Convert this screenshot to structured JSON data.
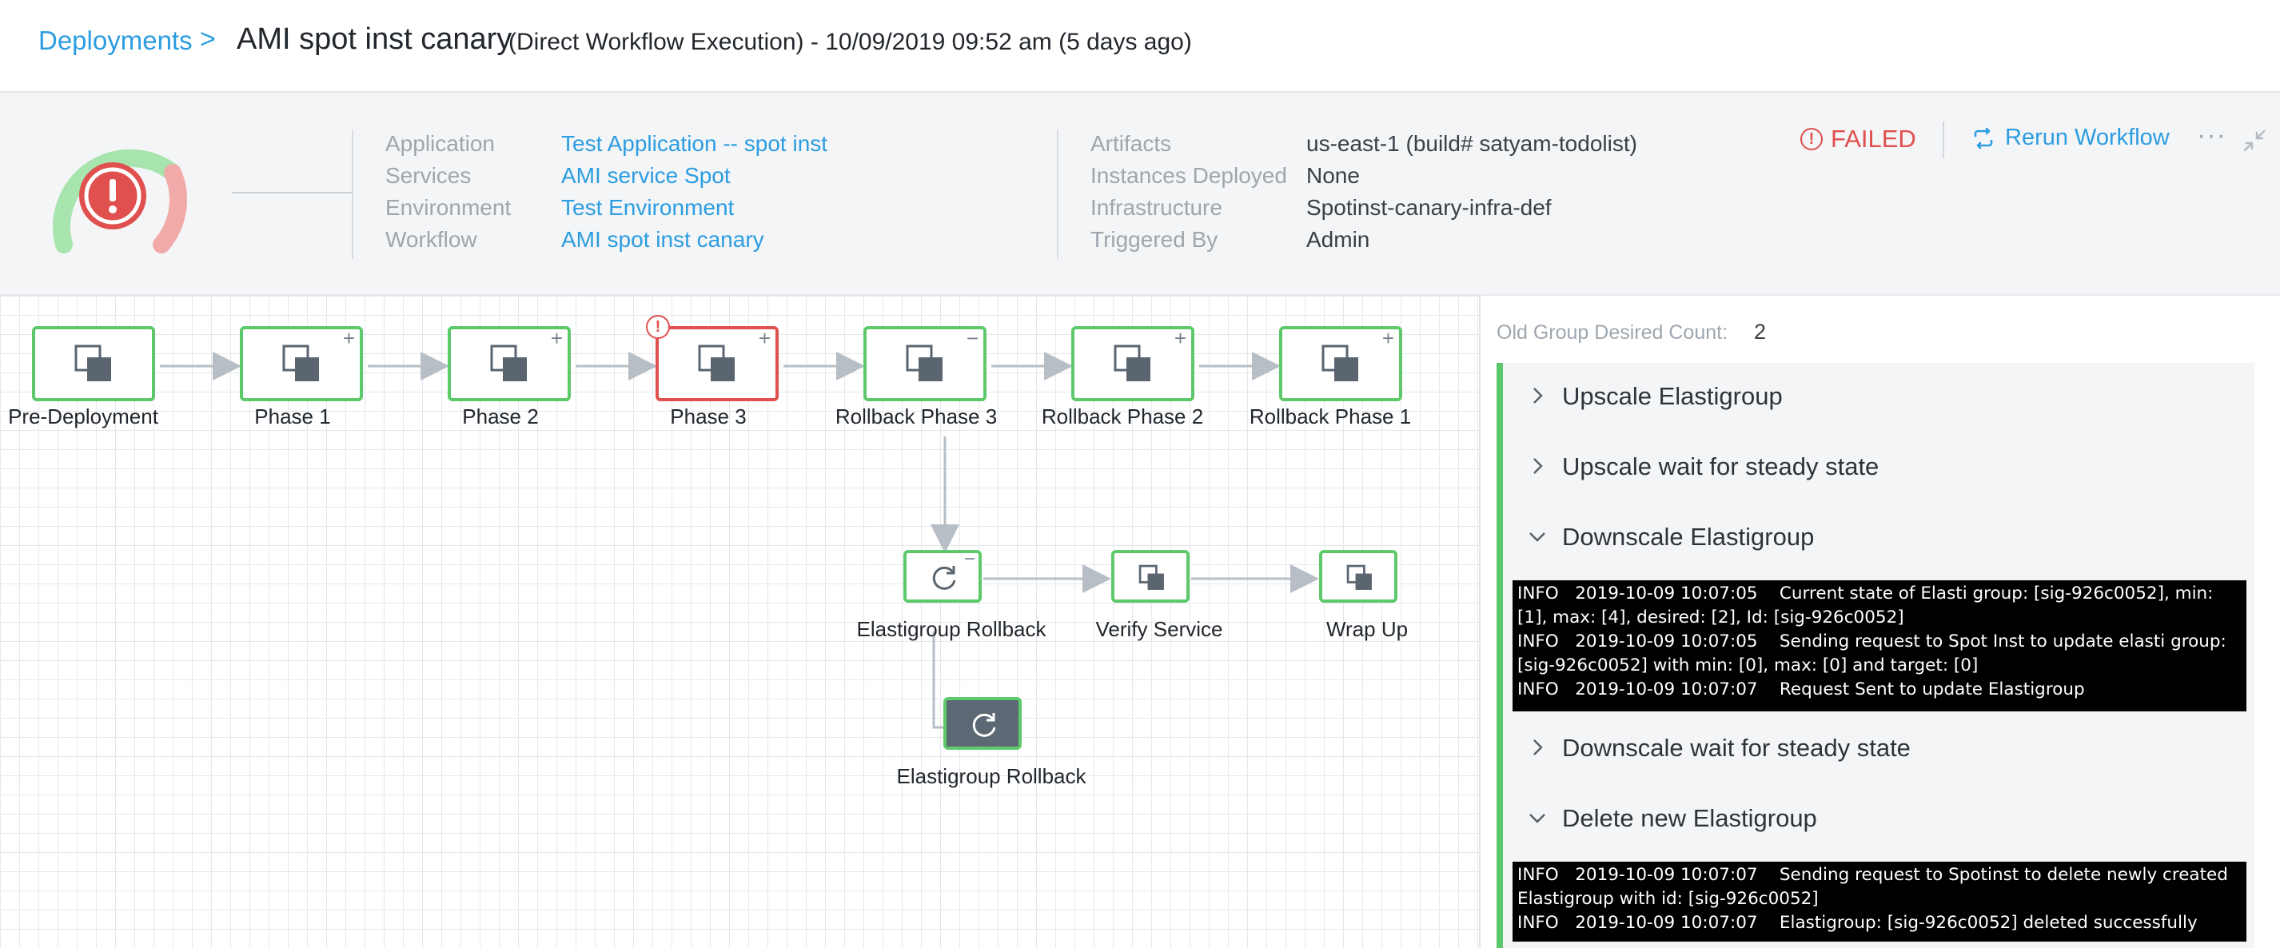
{
  "header": {
    "breadcrumb": "Deployments",
    "separator": ">",
    "title": "AMI spot inst canary",
    "subtitle": "(Direct Workflow Execution) - 10/09/2019 09:52 am (5 days ago)"
  },
  "summary": {
    "details": [
      {
        "label": "Application",
        "value": "Test Application -- spot inst"
      },
      {
        "label": "Services",
        "value": "AMI service Spot"
      },
      {
        "label": "Environment",
        "value": "Test Environment"
      },
      {
        "label": "Workflow",
        "value": "AMI spot inst canary"
      }
    ],
    "info": [
      {
        "label": "Artifacts",
        "value": "us-east-1 (build# satyam-todolist)"
      },
      {
        "label": "Instances Deployed",
        "value": "None"
      },
      {
        "label": "Infrastructure",
        "value": "Spotinst-canary-infra-def"
      },
      {
        "label": "Triggered By",
        "value": "Admin"
      }
    ],
    "status": "FAILED",
    "rerun_label": "Rerun Workflow",
    "more": "···",
    "colors": {
      "success": "#5ec96a",
      "failed": "#e0504e",
      "link": "#2c9de0"
    }
  },
  "graph": {
    "phases": [
      {
        "label": "Pre-Deployment",
        "state": "success",
        "toggle": ""
      },
      {
        "label": "Phase 1",
        "state": "success",
        "toggle": "+"
      },
      {
        "label": "Phase 2",
        "state": "success",
        "toggle": "+"
      },
      {
        "label": "Phase 3",
        "state": "failed",
        "toggle": "+"
      },
      {
        "label": "Rollback Phase 3",
        "state": "success",
        "toggle": "−"
      },
      {
        "label": "Rollback Phase 2",
        "state": "success",
        "toggle": "+"
      },
      {
        "label": "Rollback Phase 1",
        "state": "success",
        "toggle": "+"
      }
    ],
    "steps": [
      {
        "label": "Elastigroup Rollback",
        "toggle": "−",
        "icon": "refresh-icon"
      },
      {
        "label": "Verify Service",
        "icon": "copy-icon"
      },
      {
        "label": "Wrap Up",
        "icon": "copy-icon"
      }
    ],
    "substep": {
      "label": "Elastigroup Rollback",
      "icon": "refresh-icon"
    }
  },
  "panel": {
    "old_group_label": "Old Group Desired Count:",
    "old_group_value": "2",
    "sections": [
      {
        "title": "Upscale Elastigroup",
        "expanded": false
      },
      {
        "title": "Upscale wait for steady state",
        "expanded": false
      },
      {
        "title": "Downscale Elastigroup",
        "expanded": true,
        "log": [
          "INFO   2019-10-09 10:07:05    Current state of Elasti group: [sig-926c0052], min: [1], max: [4], desired: [2], Id: [sig-926c0052]",
          "INFO   2019-10-09 10:07:05    Sending request to Spot Inst to update elasti group: [sig-926c0052] with min: [0], max: [0] and target: [0]",
          "INFO   2019-10-09 10:07:07    Request Sent to update Elastigroup"
        ]
      },
      {
        "title": "Downscale wait for steady state",
        "expanded": false
      },
      {
        "title": "Delete new Elastigroup",
        "expanded": true,
        "log": [
          "INFO   2019-10-09 10:07:07    Sending request to Spotinst to delete newly created Elastigroup with id: [sig-926c0052]",
          "INFO   2019-10-09 10:07:07    Elastigroup: [sig-926c0052] deleted successfully"
        ]
      }
    ]
  }
}
